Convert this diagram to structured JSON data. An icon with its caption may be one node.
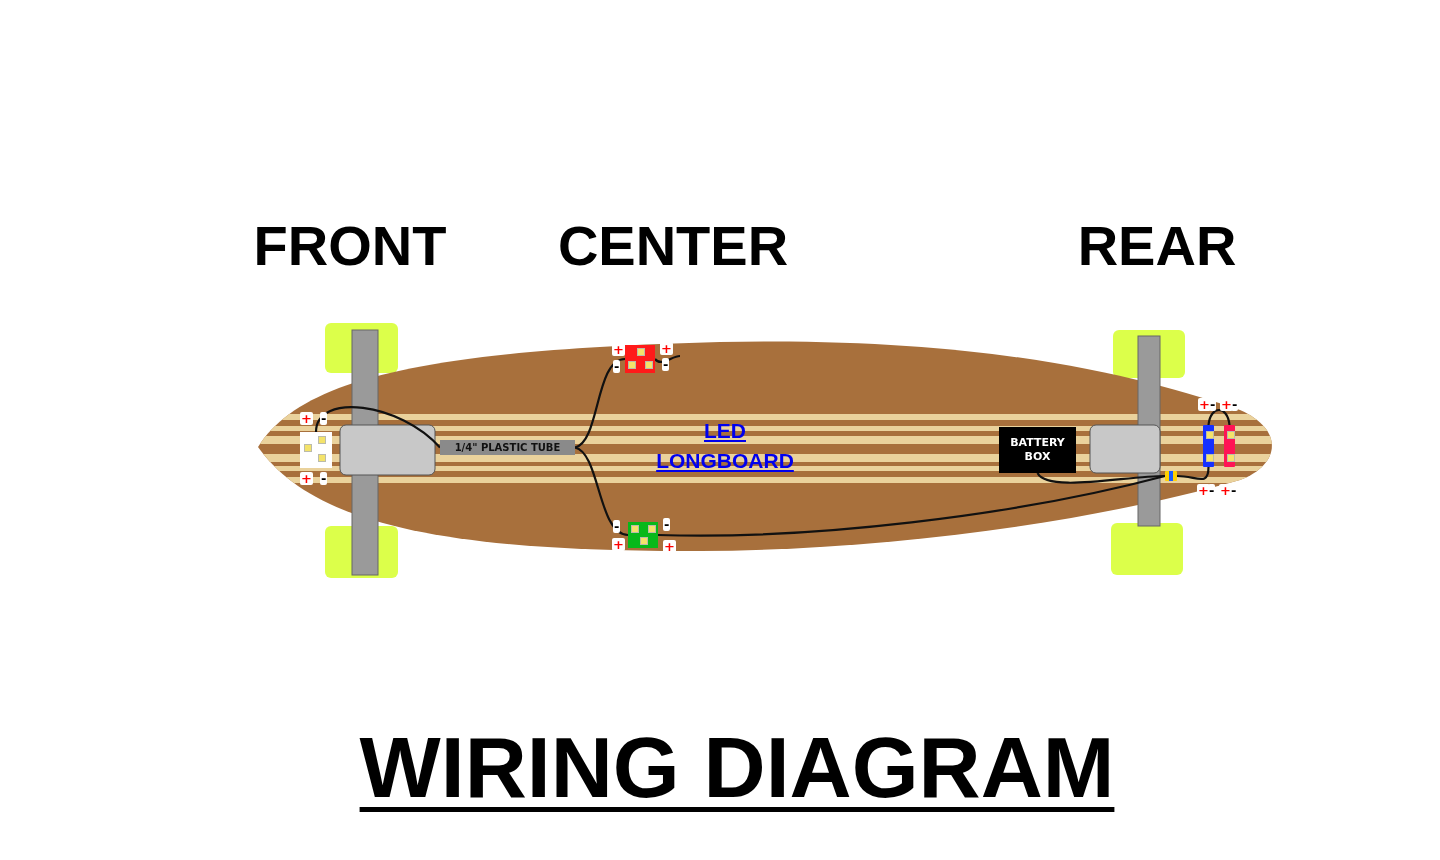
{
  "diagram": {
    "title": "WIRING DIAGRAM",
    "nodes": [
      {
        "text": [],
        "shape": "box",
        "beside": [
          "+",
          "-",
          "+",
          "-"
        ]
      },
      {
        "text": [
          "1/4\" PLASTIC TUBE"
        ]
      },
      {
        "text": [],
        "shape": "box",
        "beside": [
          "+",
          "-",
          "+",
          "-"
        ]
      },
      {
        "text": [],
        "shape": "box",
        "beside": [
          "-",
          "+",
          "-",
          "+"
        ]
      },
      {
        "text": [
          "BATTERY BOX"
        ]
      },
      {
        "text": [],
        "shape": "bar"
      },
      {
        "text": [],
        "shape": "bar",
        "beside": [
          "+",
          "-",
          "+",
          "-"
        ]
      },
      {
        "text": [],
        "shape": "bar",
        "beside": [
          "+",
          "-",
          "+",
          "-"
        ]
      }
    ],
    "edges": [
      {
        "from": 0,
        "to": 1,
        "arrow": "none"
      },
      {
        "from": 1,
        "to": 2,
        "arrow": "none"
      },
      {
        "from": 1,
        "to": 3,
        "arrow": "none"
      },
      {
        "from": 3,
        "to": 5,
        "arrow": "none"
      },
      {
        "from": 4,
        "to": 5,
        "arrow": "none"
      },
      {
        "from": 5,
        "to": 6,
        "arrow": "none"
      },
      {
        "from": 6,
        "to": 7,
        "arrow": "none"
      },
      {
        "from": 2,
        "to": null,
        "arrow": "none"
      }
    ],
    "labels": [
      "FRONT",
      "CENTER",
      "REAR",
      "LED LONGBOARD"
    ]
  }
}
